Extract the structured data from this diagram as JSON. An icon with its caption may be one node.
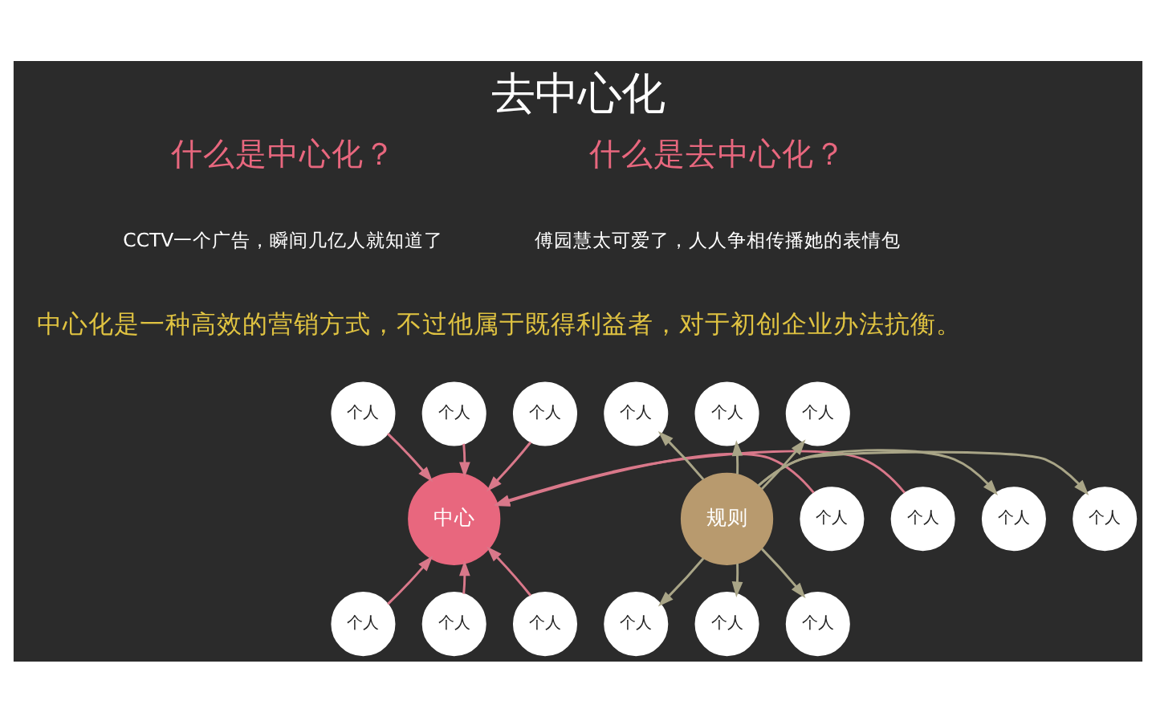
{
  "diagram": {
    "title": "去中心化",
    "nodes": [
      {
        "text": [
          "中心"
        ]
      },
      {
        "text": [
          "个人"
        ]
      },
      {
        "text": [
          "个人"
        ]
      },
      {
        "text": [
          "个人"
        ]
      },
      {
        "text": [
          "个人"
        ]
      },
      {
        "text": [
          "个人"
        ]
      },
      {
        "text": [
          "个人"
        ]
      },
      {
        "text": [
          "个人"
        ]
      },
      {
        "text": [
          "个人"
        ]
      },
      {
        "text": [
          "规则"
        ]
      },
      {
        "text": [
          "个人"
        ]
      },
      {
        "text": [
          "个人"
        ]
      },
      {
        "text": [
          "个人"
        ]
      },
      {
        "text": [
          "个人"
        ]
      },
      {
        "text": [
          "个人"
        ]
      },
      {
        "text": [
          "个人"
        ]
      },
      {
        "text": [
          "个人"
        ]
      },
      {
        "text": [
          "个人"
        ]
      }
    ],
    "edges": [
      {
        "from": 1,
        "to": 0,
        "arrow": "to",
        "color": "#d9788a"
      },
      {
        "from": 2,
        "to": 0,
        "arrow": "to",
        "color": "#d9788a"
      },
      {
        "from": 3,
        "to": 0,
        "arrow": "to",
        "color": "#d9788a"
      },
      {
        "from": 4,
        "to": 0,
        "arrow": "to",
        "color": "#d9788a"
      },
      {
        "from": 5,
        "to": 0,
        "arrow": "to",
        "color": "#d9788a"
      },
      {
        "from": 6,
        "to": 0,
        "arrow": "to",
        "color": "#d9788a"
      },
      {
        "from": 7,
        "to": 0,
        "arrow": "to",
        "color": "#d9788a"
      },
      {
        "from": 8,
        "to": 0,
        "arrow": "to",
        "color": "#d9788a"
      },
      {
        "from": 9,
        "to": 10,
        "arrow": "to",
        "color": "#a9a587"
      },
      {
        "from": 9,
        "to": 11,
        "arrow": "to",
        "color": "#a9a587"
      },
      {
        "from": 9,
        "to": 12,
        "arrow": "to",
        "color": "#a9a587"
      },
      {
        "from": 9,
        "to": 13,
        "arrow": "to",
        "color": "#a9a587"
      },
      {
        "from": 9,
        "to": 14,
        "arrow": "to",
        "color": "#a9a587"
      },
      {
        "from": 9,
        "to": 15,
        "arrow": "to",
        "color": "#a9a587"
      },
      {
        "from": 9,
        "to": 16,
        "arrow": "to",
        "color": "#a9a587"
      },
      {
        "from": 9,
        "to": 17,
        "arrow": "to",
        "color": "#a9a587"
      }
    ],
    "labels": [
      "什么是中心化？",
      "什么是去中心化？",
      "CCTV一个广告，瞬间几亿人就知道了",
      "傅园慧太可爱了，人人争相传播她的表情包",
      "中心化是一种高效的营销方式，不过他属于既得利益者，对于初创企业办法抗衡。"
    ]
  }
}
